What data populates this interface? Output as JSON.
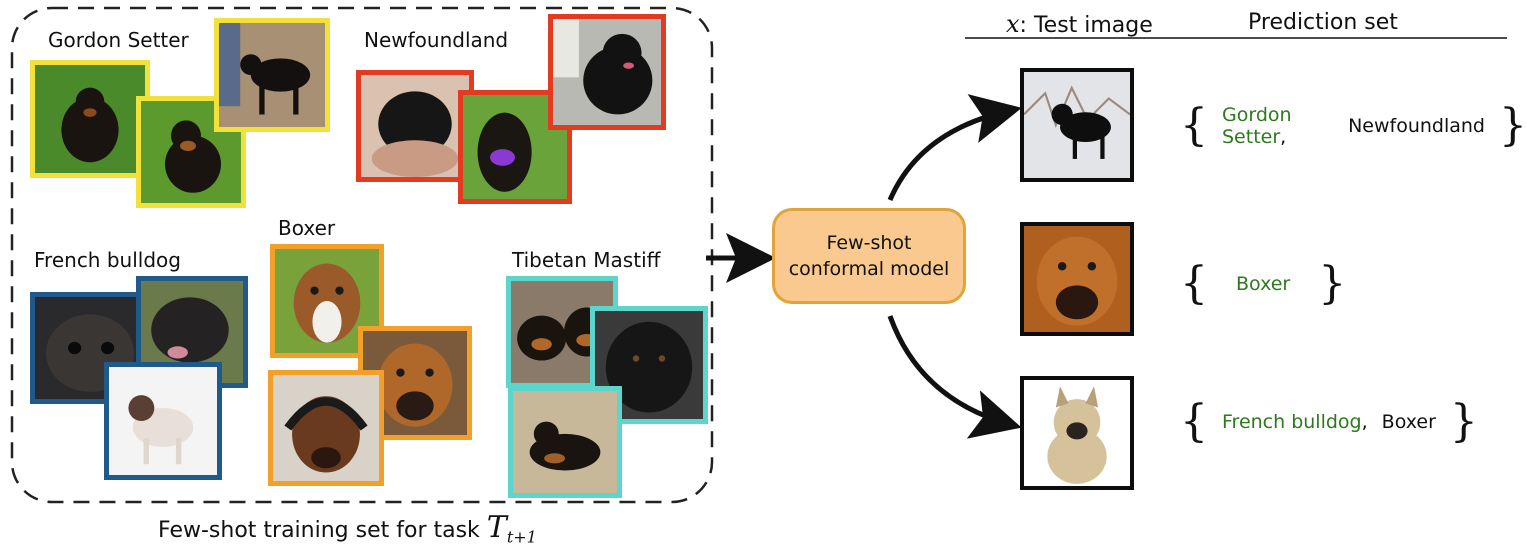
{
  "training_set": {
    "caption_text": "Few-shot training set for task",
    "caption_symbol": "T",
    "caption_subscript": "t+1",
    "classes": [
      {
        "name": "Gordon Setter",
        "color": "#f0e23a"
      },
      {
        "name": "Newfoundland",
        "color": "#e23b22"
      },
      {
        "name": "French bulldog",
        "color": "#1f5a8a"
      },
      {
        "name": "Boxer",
        "color": "#f3a02a"
      },
      {
        "name": "Tibetan Mastiff",
        "color": "#5cd6cc"
      }
    ]
  },
  "model": {
    "line1": "Few-shot",
    "line2": "conformal model",
    "fill": "#f9c98f",
    "border": "#e0a43a"
  },
  "results": {
    "header_symbol": "x",
    "header_test": ": Test image",
    "header_prediction": "Prediction set",
    "rows": [
      {
        "items": [
          {
            "text": "Gordon Setter",
            "correct": true
          },
          {
            "text": "Newfoundland",
            "correct": false
          }
        ]
      },
      {
        "items": [
          {
            "text": "Boxer",
            "correct": true
          }
        ]
      },
      {
        "items": [
          {
            "text": "French bulldog",
            "correct": true
          },
          {
            "text": "Boxer",
            "correct": false
          }
        ]
      }
    ],
    "brace_open": "{",
    "brace_close": "}",
    "separator": ",",
    "correct_color": "#2d7a1d"
  }
}
